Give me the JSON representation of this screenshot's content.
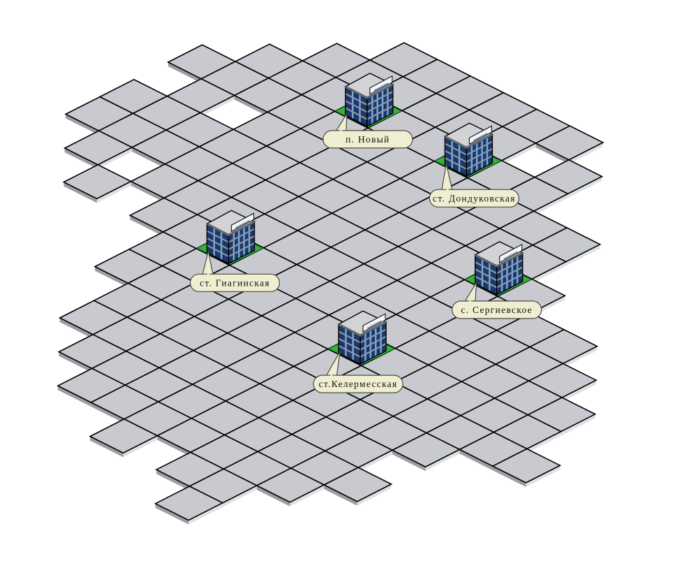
{
  "map": {
    "stations": [
      {
        "id": "novyi",
        "label": "п. Новый",
        "icon": "office-building-icon"
      },
      {
        "id": "dondukovskaya",
        "label": "ст. Дондуковская",
        "icon": "office-building-icon"
      },
      {
        "id": "giaginskaya",
        "label": "ст. Гиагинская",
        "icon": "office-building-icon"
      },
      {
        "id": "sergievskoe",
        "label": "с. Сергиевское",
        "icon": "office-building-icon"
      },
      {
        "id": "kelermesskaya",
        "label": "ст.Келермесская",
        "icon": "office-building-icon"
      }
    ]
  },
  "colors": {
    "tile": "#c8cacf",
    "tile_edge": "#000000",
    "shadow_left": "#9c9fa1",
    "shadow_right": "#dfe2e5",
    "ground": "#36b33c",
    "facade": "#1d3868",
    "window_light": "#79acdc",
    "roof": "#d2d3d5",
    "bubble": "#efeed0",
    "bubble_edge": "#4a4a4a"
  }
}
